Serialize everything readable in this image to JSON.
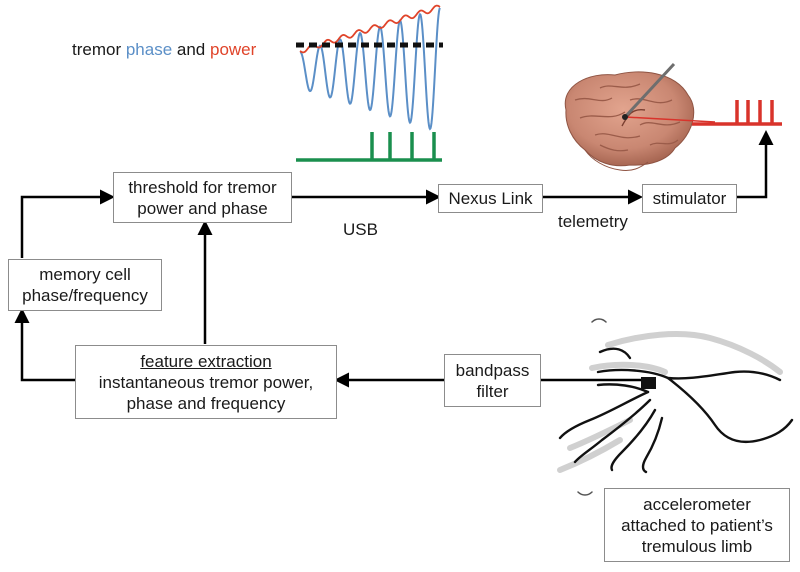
{
  "legend": {
    "prefix": "tremor ",
    "phase": "phase",
    "mid": " and ",
    "power": "power"
  },
  "boxes": {
    "threshold": [
      "threshold for tremor",
      "power and phase"
    ],
    "nexus": "Nexus Link",
    "stimulator": "stimulator",
    "memory": [
      "memory cell",
      "phase/frequency"
    ],
    "feature": {
      "title": "feature extraction",
      "lines": [
        "instantaneous tremor power,",
        "phase and frequency"
      ]
    },
    "bandpass": [
      "bandpass",
      "filter"
    ],
    "accelerometer": [
      "accelerometer",
      "attached to patient’s",
      "tremulous limb"
    ]
  },
  "labels": {
    "usb": "USB",
    "telemetry": "telemetry"
  },
  "colors": {
    "phase": "#5b8fc7",
    "power": "#e0442a",
    "stim": "#1a8f4e",
    "stim_brain": "#d9332b",
    "threshold": "#111111"
  },
  "icons": {
    "brain": "brain-illustration",
    "hand": "hand-illustration",
    "sensor": "accelerometer-icon"
  }
}
